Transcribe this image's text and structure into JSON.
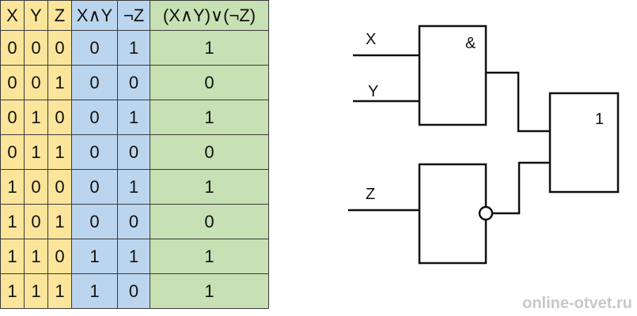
{
  "table": {
    "headers": [
      "X",
      "Y",
      "Z",
      "X∧Y",
      "¬Z",
      "(X∧Y)∨(¬Z)"
    ],
    "rows": [
      [
        "0",
        "0",
        "0",
        "0",
        "1",
        "1"
      ],
      [
        "0",
        "0",
        "1",
        "0",
        "0",
        "0"
      ],
      [
        "0",
        "1",
        "0",
        "0",
        "1",
        "1"
      ],
      [
        "0",
        "1",
        "1",
        "0",
        "0",
        "0"
      ],
      [
        "1",
        "0",
        "0",
        "0",
        "1",
        "1"
      ],
      [
        "1",
        "0",
        "1",
        "0",
        "0",
        "0"
      ],
      [
        "1",
        "1",
        "0",
        "1",
        "1",
        "1"
      ],
      [
        "1",
        "1",
        "1",
        "1",
        "0",
        "1"
      ]
    ],
    "colors": {
      "xyz": "#fbe59b",
      "and": "#bcd5ee",
      "not": "#bcd5ee",
      "out": "#c7e0b4"
    }
  },
  "circuit": {
    "input_x": "X",
    "input_y": "Y",
    "input_z": "Z",
    "and_gate_symbol": "&",
    "or_gate_symbol": "1"
  },
  "watermark": "online-otvet.ru"
}
